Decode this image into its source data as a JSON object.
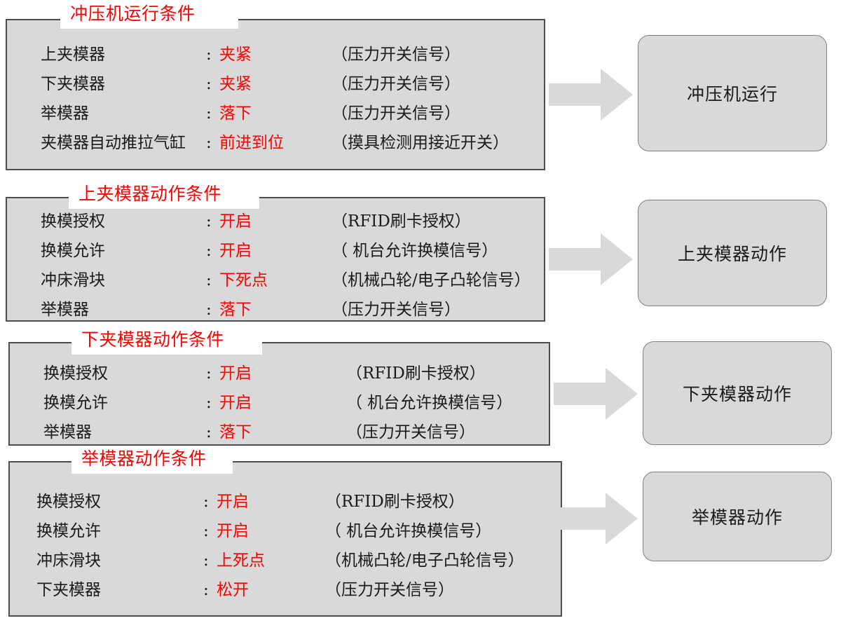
{
  "colors": {
    "panel_bg": "#d9d9d9",
    "panel_border": "#4d4d4d",
    "title_red": "#ff0000",
    "text_dark": "#1a1a1a",
    "arrow_fill": "#d9d9d9",
    "result_border": "#7f7f7f"
  },
  "groups": [
    {
      "title": "冲压机运行条件",
      "rows": [
        {
          "label": "上夹模器",
          "colon": ":",
          "value": "夹紧",
          "note": "（压力开关信号）"
        },
        {
          "label": "下夹模器",
          "colon": ":",
          "value": "夹紧",
          "note": "（压力开关信号）"
        },
        {
          "label": "举模器",
          "colon": ":",
          "value": "落下",
          "note": "（压力开关信号）"
        },
        {
          "label": "夹模器自动推拉气缸",
          "colon": ":",
          "value": "前进到位",
          "note": "（摸具检测用接近开关）"
        }
      ],
      "result": "冲压机运行"
    },
    {
      "title": "上夹模器动作条件",
      "rows": [
        {
          "label": "换模授权",
          "colon": ":",
          "value": "开启",
          "note": "（RFID刷卡授权）"
        },
        {
          "label": "换模允许",
          "colon": ":",
          "value": "开启",
          "note": "（ 机台允许换模信号）"
        },
        {
          "label": "冲床滑块",
          "colon": ":",
          "value": "下死点",
          "note": "（机械凸轮/电子凸轮信号）"
        },
        {
          "label": "举模器",
          "colon": ":",
          "value": "落下",
          "note": "（压力开关信号）"
        }
      ],
      "result": "上夹模器动作"
    },
    {
      "title": "下夹模器动作条件",
      "rows": [
        {
          "label": "换模授权",
          "colon": ":",
          "value": "开启",
          "note": "（RFID刷卡授权）"
        },
        {
          "label": "换模允许",
          "colon": ":",
          "value": "开启",
          "note": "（ 机台允许换模信号）"
        },
        {
          "label": "举模器",
          "colon": ":",
          "value": "落下",
          "note": "（压力开关信号）"
        }
      ],
      "result": "下夹模器动作"
    },
    {
      "title": "举模器动作条件",
      "rows": [
        {
          "label": "换模授权",
          "colon": ":",
          "value": "开启",
          "note": "（RFID刷卡授权）"
        },
        {
          "label": "换模允许",
          "colon": ":",
          "value": "开启",
          "note": "（ 机台允许换模信号）"
        },
        {
          "label": "冲床滑块",
          "colon": ":",
          "value": "上死点",
          "note": "（机械凸轮/电子凸轮信号）"
        },
        {
          "label": "下夹模器",
          "colon": ":",
          "value": "松开",
          "note": "（压力开关信号）"
        }
      ],
      "result": "举模器动作"
    }
  ]
}
